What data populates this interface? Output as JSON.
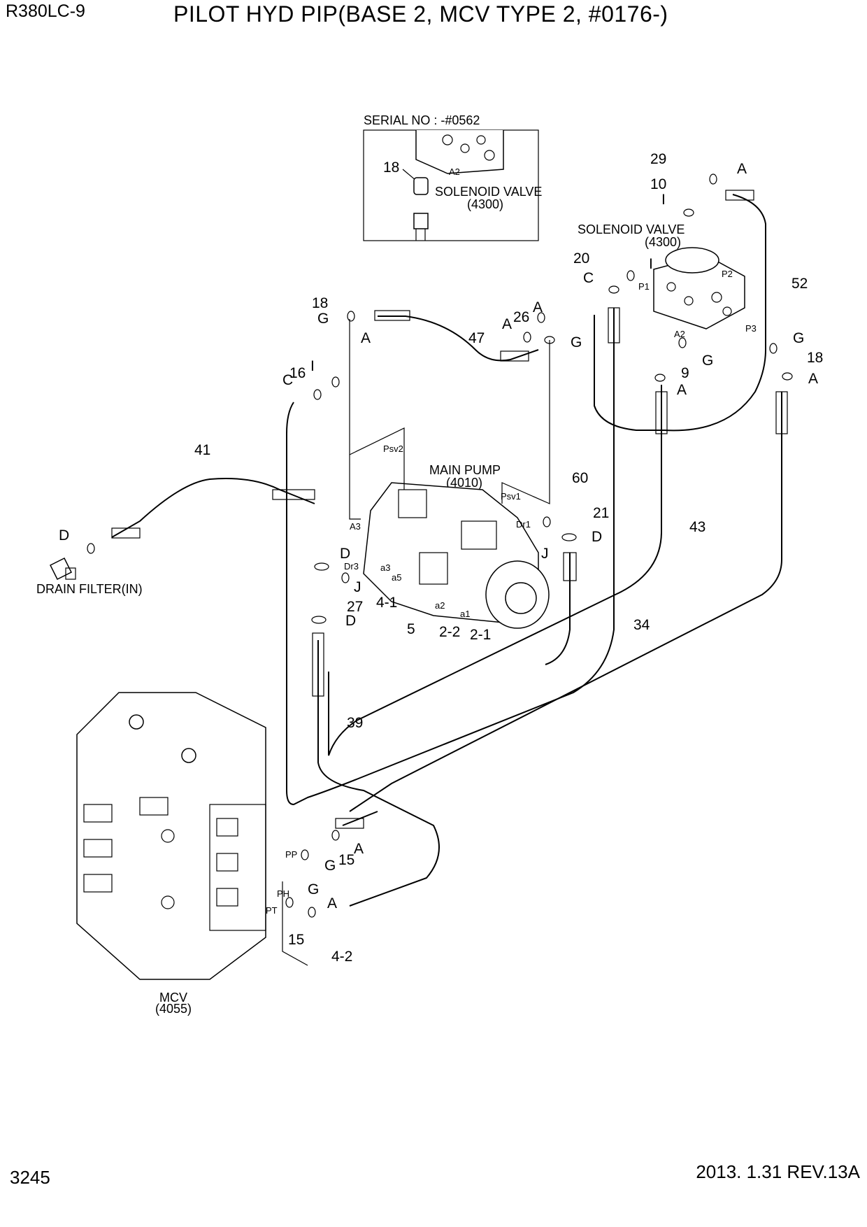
{
  "header": {
    "model": "R380LC-9",
    "title": "PILOT HYD PIP(BASE 2, MCV TYPE 2, #0176-)"
  },
  "footer": {
    "page_number": "3245",
    "revision": "2013. 1.31  REV.13A"
  },
  "inset": {
    "caption": "SERIAL NO : -#0562",
    "part": "18",
    "port": "A2",
    "component": "SOLENOID VALVE",
    "component_code": "(4300)"
  },
  "components": {
    "solenoid_valve": {
      "name": "SOLENOID VALVE",
      "code": "(4300)"
    },
    "main_pump": {
      "name": "MAIN PUMP",
      "code": "(4010)"
    },
    "mcv": {
      "name": "MCV",
      "code": "(4055)"
    },
    "drain_filter": {
      "name": "DRAIN FILTER(IN)"
    }
  },
  "ports": {
    "p1": "P1",
    "p2": "P2",
    "p3": "P3",
    "a2": "A2",
    "psv2": "Psv2",
    "psv1": "Psv1",
    "a3": "A3",
    "dr1": "Dr1",
    "dr3": "Dr3",
    "a3_small": "a3",
    "a5": "a5",
    "a2_small": "a2",
    "a1": "a1",
    "pp": "PP",
    "ph": "PH",
    "pt": "PT"
  },
  "callouts": {
    "c29": "29",
    "c10": "10",
    "c20": "20",
    "c52": "52",
    "c18a": "18",
    "c18b": "18",
    "c26": "26",
    "c47": "47",
    "c9": "9",
    "c16": "16",
    "c41": "41",
    "c60": "60",
    "c21": "21",
    "c43": "43",
    "c27": "27",
    "c4_1": "4-1",
    "c5": "5",
    "c2_2": "2-2",
    "c2_1": "2-1",
    "c34": "34",
    "c39": "39",
    "c15a": "15",
    "c15b": "15",
    "c4_2": "4-2"
  },
  "seals": {
    "A": "A",
    "C": "C",
    "D": "D",
    "G": "G",
    "I": "I",
    "J": "J"
  }
}
